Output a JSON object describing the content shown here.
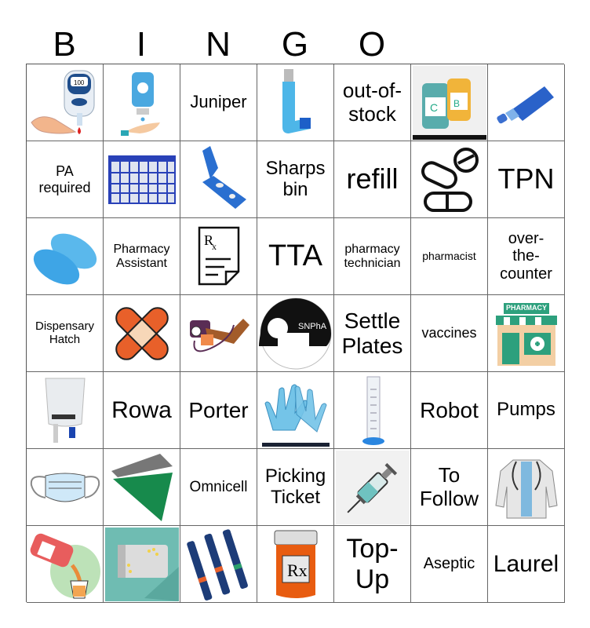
{
  "header": {
    "letters": [
      "B",
      "I",
      "N",
      "G",
      "O"
    ]
  },
  "cells": [
    {
      "type": "image",
      "icon": "glucose-meter-icon",
      "label": "glucose meter"
    },
    {
      "type": "image",
      "icon": "hand-sanitizer-icon",
      "label": "hand sanitizer"
    },
    {
      "type": "text",
      "text": "Juniper",
      "size": 22
    },
    {
      "type": "image",
      "icon": "inhaler-icon",
      "label": "inhaler"
    },
    {
      "type": "text",
      "text": "out-of-\nstock",
      "size": 26
    },
    {
      "type": "image",
      "icon": "vitamins-icon",
      "label": "vitamins"
    },
    {
      "type": "image",
      "icon": "ointment-tube-icon",
      "label": "ointment tube"
    },
    {
      "type": "text",
      "text": "PA\nrequired",
      "size": 18
    },
    {
      "type": "image",
      "icon": "pill-organizer-icon",
      "label": "pill organizer"
    },
    {
      "type": "image",
      "icon": "pill-cutter-icon",
      "label": "pill cutter"
    },
    {
      "type": "text",
      "text": "Sharps\nbin",
      "size": 24
    },
    {
      "type": "text",
      "text": "refill",
      "size": 36
    },
    {
      "type": "image",
      "icon": "pills-icon",
      "label": "pills"
    },
    {
      "type": "text",
      "text": "TPN",
      "size": 36
    },
    {
      "type": "image",
      "icon": "shoe-covers-icon",
      "label": "shoe covers"
    },
    {
      "type": "text",
      "text": "Pharmacy\nAssistant",
      "size": 16
    },
    {
      "type": "image",
      "icon": "prescription-icon",
      "label": "prescription"
    },
    {
      "type": "text",
      "text": "TTA",
      "size": 38
    },
    {
      "type": "text",
      "text": "pharmacy\ntechnician",
      "size": 16
    },
    {
      "type": "text",
      "text": "pharmacist",
      "size": 14
    },
    {
      "type": "text",
      "text": "over-\nthe-\ncounter",
      "size": 20
    },
    {
      "type": "text",
      "text": "Dispensary\nHatch",
      "size": 15
    },
    {
      "type": "image",
      "icon": "bandage-icon",
      "label": "bandage"
    },
    {
      "type": "image",
      "icon": "blood-pressure-icon",
      "label": "blood pressure cuff"
    },
    {
      "type": "image",
      "icon": "snpha-logo-icon",
      "label": "SNPhA",
      "badge": "SNPhA"
    },
    {
      "type": "text",
      "text": "Settle\nPlates",
      "size": 28
    },
    {
      "type": "text",
      "text": "vaccines",
      "size": 18
    },
    {
      "type": "image",
      "icon": "pharmacy-store-icon",
      "label": "pharmacy store",
      "badge": "PHARMACY"
    },
    {
      "type": "image",
      "icon": "iv-bag-icon",
      "label": "IV bag"
    },
    {
      "type": "text",
      "text": "Rowa",
      "size": 30
    },
    {
      "type": "text",
      "text": "Porter",
      "size": 28
    },
    {
      "type": "image",
      "icon": "gloves-icon",
      "label": "gloves"
    },
    {
      "type": "image",
      "icon": "measuring-cylinder-icon",
      "label": "measuring cylinder"
    },
    {
      "type": "text",
      "text": "Robot",
      "size": 28
    },
    {
      "type": "text",
      "text": "Pumps",
      "size": 24
    },
    {
      "type": "image",
      "icon": "face-mask-icon",
      "label": "face mask"
    },
    {
      "type": "image",
      "icon": "counting-tray-icon",
      "label": "pill counting tray"
    },
    {
      "type": "text",
      "text": "Omnicell",
      "size": 19
    },
    {
      "type": "text",
      "text": "Picking\nTicket",
      "size": 24
    },
    {
      "type": "image",
      "icon": "syringe-icon",
      "label": "syringe"
    },
    {
      "type": "text",
      "text": "To\nFollow",
      "size": 26
    },
    {
      "type": "image",
      "icon": "lab-coat-icon",
      "label": "lab coat"
    },
    {
      "type": "image",
      "icon": "liquid-medicine-icon",
      "label": "liquid medicine"
    },
    {
      "type": "image",
      "icon": "pill-dispenser-icon",
      "label": "pill dispenser"
    },
    {
      "type": "image",
      "icon": "insulin-pens-icon",
      "label": "insulin pens"
    },
    {
      "type": "image",
      "icon": "rx-bottle-icon",
      "label": "prescription bottle",
      "badge": "Rx"
    },
    {
      "type": "text",
      "text": "Top-\nUp",
      "size": 34
    },
    {
      "type": "text",
      "text": "Aseptic",
      "size": 20
    },
    {
      "type": "text",
      "text": "Laurel",
      "size": 30
    }
  ],
  "colors": {
    "grid_line": "#666666",
    "text": "#000000",
    "background": "#ffffff"
  }
}
